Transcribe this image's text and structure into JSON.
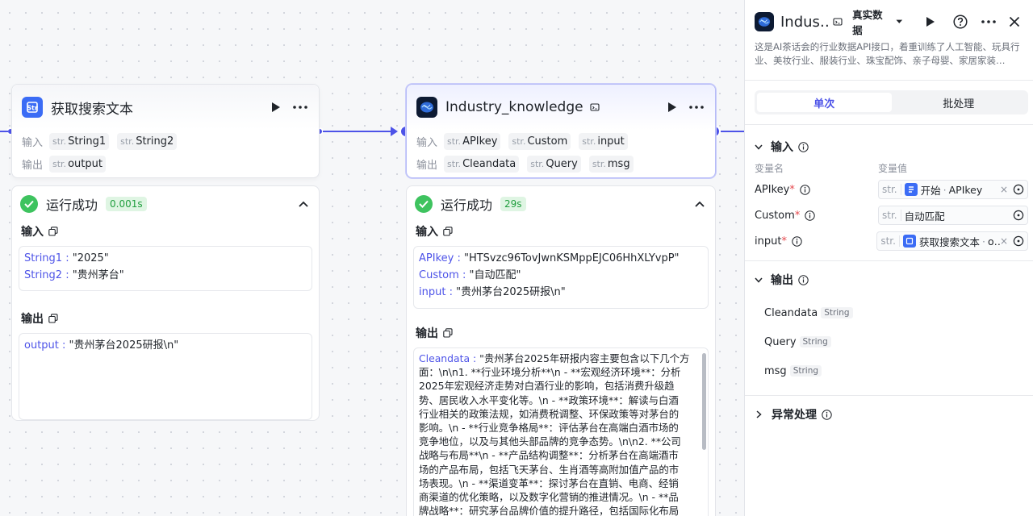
{
  "node1": {
    "title": "获取搜索文本",
    "input_label": "输入",
    "output_label": "输出",
    "inputs": [
      "String1",
      "String2"
    ],
    "outputs": [
      "output"
    ],
    "type_prefix": "str."
  },
  "node2": {
    "title": "Industry_knowledge",
    "input_label": "输入",
    "output_label": "输出",
    "inputs": [
      "APIkey",
      "Custom",
      "input"
    ],
    "outputs": [
      "Cleandata",
      "Query",
      "msg"
    ],
    "type_prefix": "str."
  },
  "result1": {
    "status": "运行成功",
    "time": "0.001s",
    "input_title": "输入",
    "output_title": "输出",
    "inputs": [
      {
        "key": "String1",
        "value": "\"2025\""
      },
      {
        "key": "String2",
        "value": "\"贵州茅台\""
      }
    ],
    "outputs": [
      {
        "key": "output",
        "value": "\"贵州茅台2025研报\\n\""
      }
    ]
  },
  "result2": {
    "status": "运行成功",
    "time": "29s",
    "input_title": "输入",
    "output_title": "输出",
    "inputs": [
      {
        "key": "APIkey",
        "value": "\"HTSvzc96TovJwnKSMppEJC06HhXLYvpP\""
      },
      {
        "key": "Custom",
        "value": "\"自动匹配\""
      },
      {
        "key": "input",
        "value": "\"贵州茅台2025研报\\n\""
      }
    ],
    "output_key": "Cleandata",
    "output_lines": [
      "\"贵州茅台2025年研报内容主要包含以下几个方",
      "面：\\n\\n1. **行业环境分析**\\n  - **宏观经济环境**：分析",
      "2025年宏观经济走势对白酒行业的影响，包括消费升级趋",
      "势、居民收入水平变化等。\\n  - **政策环境**：解读与白酒",
      "行业相关的政策法规，如消费税调整、环保政策等对茅台的",
      "影响。\\n  - **行业竞争格局**：评估茅台在高端白酒市场的",
      "竞争地位，以及与其他头部品牌的竞争态势。\\n\\n2. **公司",
      "战略与布局**\\n  - **产品结构调整**：分析茅台在高端酒市",
      "场的产品布局，包括飞天茅台、生肖酒等高附加值产品的市",
      "场表现。\\n  - **渠道变革**：探讨茅台在直销、电商、经销",
      "商渠道的优化策略，以及数字化营销的推进情况。\\n  - **品",
      "牌战略**：研究茅台品牌价值的提升路径，包括国际化布局"
    ]
  },
  "panel": {
    "title": "Indus…",
    "data_mode": "真实数据",
    "description": "这是AI茶话会的行业数据API接口，着重训练了人工智能、玩具行业、美妆行业、服装行业、珠宝配饰、亲子母婴、家居家装…",
    "tabs": [
      "单次",
      "批处理"
    ],
    "input_section": "输入",
    "col_name": "变量名",
    "col_value": "变量值",
    "type_prefix": "str.",
    "variables": [
      {
        "name": "APIkey",
        "ref_node": "开始",
        "ref_var": "APIkey",
        "kind": "ref"
      },
      {
        "name": "Custom",
        "value": "自动匹配",
        "kind": "literal"
      },
      {
        "name": "input",
        "ref_node": "获取搜索文本",
        "ref_var": "o…",
        "kind": "ref"
      }
    ],
    "output_section": "输出",
    "outputs": [
      {
        "name": "Cleandata",
        "type": "String"
      },
      {
        "name": "Query",
        "type": "String"
      },
      {
        "name": "msg",
        "type": "String"
      }
    ],
    "exception_section": "异常处理",
    "accent": "#4d53e8"
  }
}
